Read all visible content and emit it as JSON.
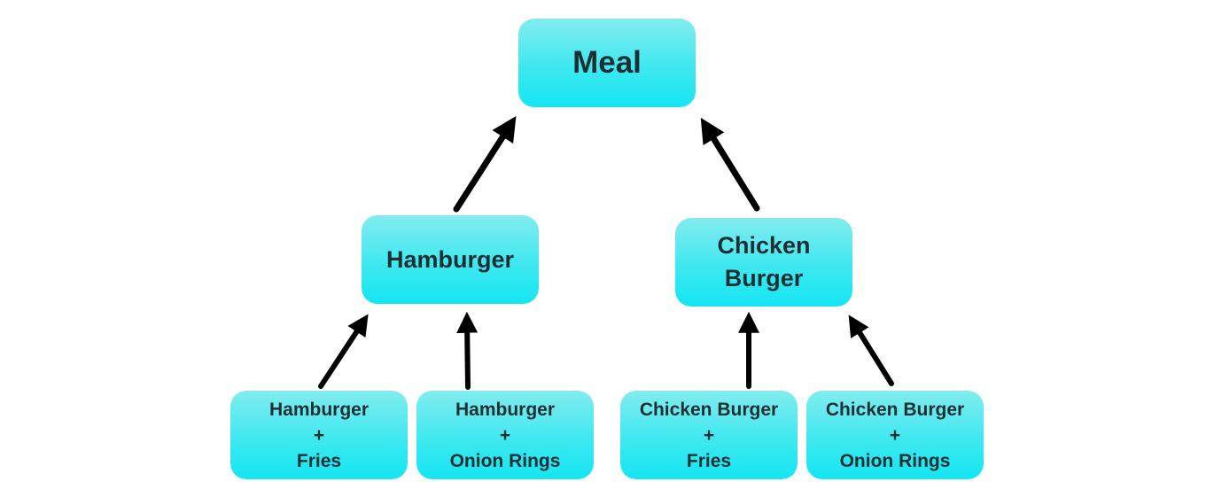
{
  "diagram": {
    "root": {
      "label": "Meal"
    },
    "level2": [
      {
        "lines": [
          "Hamburger"
        ]
      },
      {
        "lines": [
          "Chicken",
          "Burger"
        ]
      }
    ],
    "leaves": [
      {
        "lines": [
          "Hamburger",
          "+",
          "Fries"
        ]
      },
      {
        "lines": [
          "Hamburger",
          "+",
          "Onion Rings"
        ]
      },
      {
        "lines": [
          "Chicken Burger",
          "+",
          "Fries"
        ]
      },
      {
        "lines": [
          "Chicken Burger",
          "+",
          "Onion Rings"
        ]
      }
    ],
    "colors": {
      "node_fill_top": "#82ecef",
      "node_fill_bottom": "#14e6f2",
      "node_text": "#1c2f33",
      "arrow": "#000000"
    }
  }
}
